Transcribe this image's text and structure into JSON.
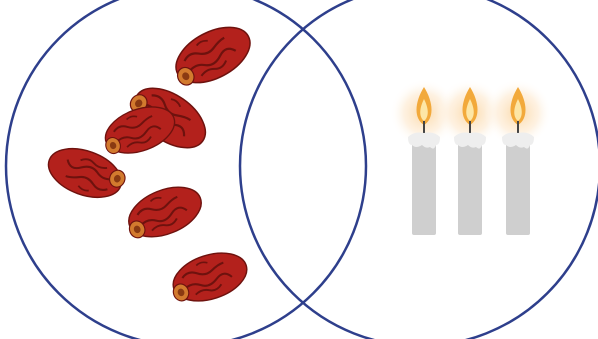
{
  "diagram": {
    "type": "venn",
    "sets": [
      {
        "item": "dates",
        "icon": "date-fruit-icon",
        "count": 6
      },
      {
        "item": "candles",
        "icon": "lit-candle-icon",
        "count": 3
      }
    ],
    "overlap_count": 0
  },
  "colors": {
    "circle_stroke": "#2e3f8c",
    "date_body": "#b3211c",
    "date_dark": "#7a1410",
    "date_end": "#d27a2e",
    "candle_body": "#cfcfcf",
    "candle_drip": "#eeeeee",
    "flame_outer": "#f2a93b",
    "flame_inner": "#fde6a6",
    "glow": "#fce3bf"
  }
}
